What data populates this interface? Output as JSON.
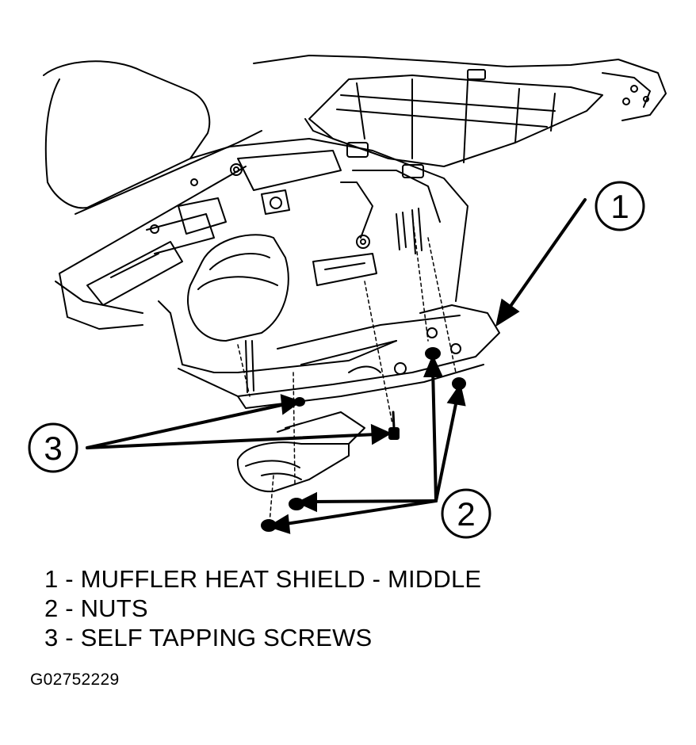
{
  "callouts": [
    {
      "number": "1"
    },
    {
      "number": "2"
    },
    {
      "number": "3"
    }
  ],
  "legend": [
    "1 - MUFFLER HEAT SHIELD - MIDDLE",
    "2 - NUTS",
    "3 - SELF TAPPING SCREWS"
  ],
  "figure_id": "G02752229",
  "colors": {
    "line": "#000000",
    "background": "#ffffff"
  }
}
